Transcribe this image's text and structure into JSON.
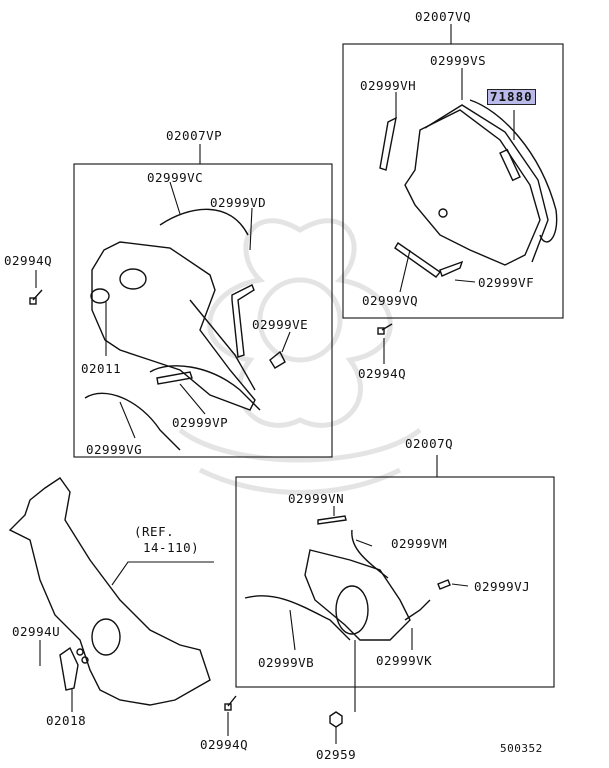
{
  "labels": {
    "g_02007VQ": "02007VQ",
    "p_02999VS": "02999VS",
    "p_71880": "71880",
    "p_02999VH": "02999VH",
    "p_02999VQ": "02999VQ",
    "p_02999VF": "02999VF",
    "b_02994Q_a": "02994Q",
    "g_02007VP": "02007VP",
    "p_02999VC": "02999VC",
    "p_02999VD": "02999VD",
    "b_02994Q_b": "02994Q",
    "p_02999VE": "02999VE",
    "p_02011": "02011",
    "p_02999VP": "02999VP",
    "p_02999VG": "02999VG",
    "g_02007Q": "02007Q",
    "ref_1": "(REF.",
    "ref_2": "14-110)",
    "p_02999VN": "02999VN",
    "p_02999VM": "02999VM",
    "p_02999VJ": "02999VJ",
    "b_02994U": "02994U",
    "p_02999VB": "02999VB",
    "p_02999VK": "02999VK",
    "p_02018": "02018",
    "b_02994Q_c": "02994Q",
    "p_02959": "02959",
    "diagram_no": "500352"
  },
  "colors": {
    "highlight": "#b9b9ea",
    "line": "#111111",
    "watermark": "#e4e4e4"
  }
}
